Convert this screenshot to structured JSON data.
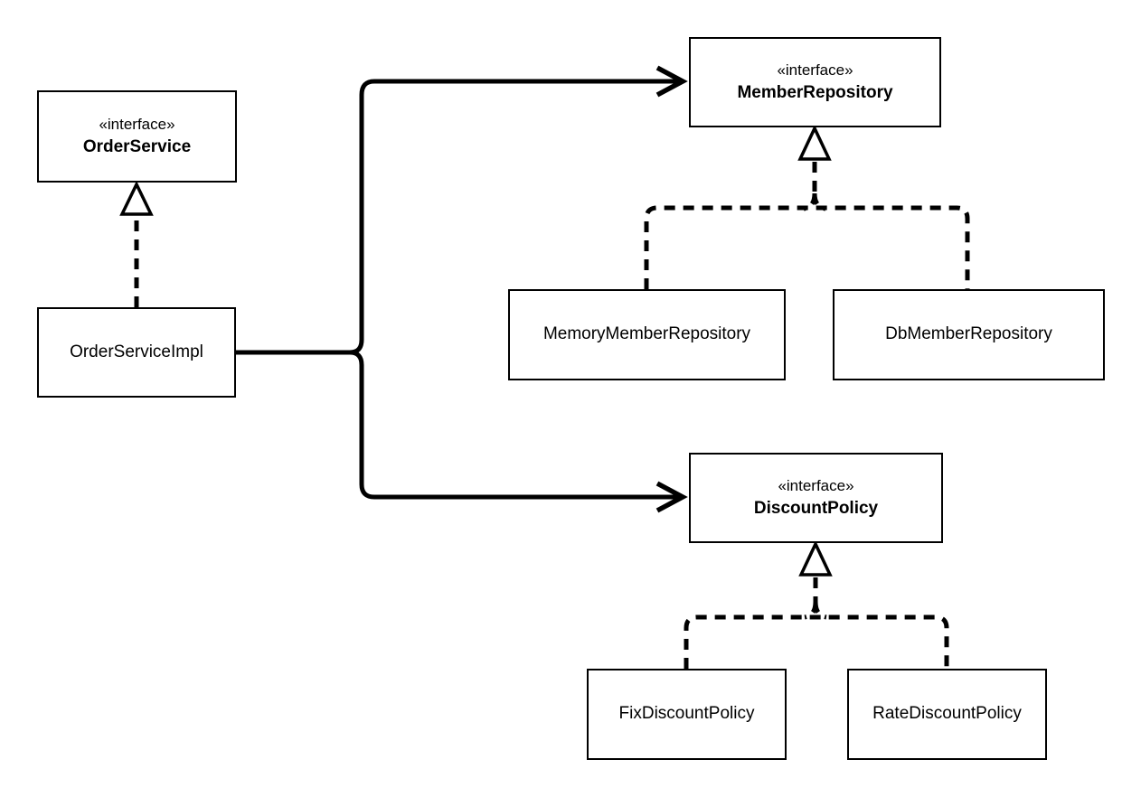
{
  "diagram_type": "uml-class-diagram",
  "nodes": {
    "order_service": {
      "stereotype": "«interface»",
      "name": "OrderService"
    },
    "order_service_impl": {
      "name": "OrderServiceImpl"
    },
    "member_repository": {
      "stereotype": "«interface»",
      "name": "MemberRepository"
    },
    "memory_member_repository": {
      "name": "MemoryMemberRepository"
    },
    "db_member_repository": {
      "name": "DbMemberRepository"
    },
    "discount_policy": {
      "stereotype": "«interface»",
      "name": "DiscountPolicy"
    },
    "fix_discount_policy": {
      "name": "FixDiscountPolicy"
    },
    "rate_discount_policy": {
      "name": "RateDiscountPolicy"
    }
  },
  "edges": [
    {
      "from": "OrderServiceImpl",
      "to": "OrderService",
      "type": "realization",
      "line": "dashed",
      "arrowhead": "hollow-triangle"
    },
    {
      "from": "OrderServiceImpl",
      "to": "MemberRepository",
      "type": "dependency",
      "line": "solid",
      "arrowhead": "open"
    },
    {
      "from": "OrderServiceImpl",
      "to": "DiscountPolicy",
      "type": "dependency",
      "line": "solid",
      "arrowhead": "open"
    },
    {
      "from": "MemoryMemberRepository",
      "to": "MemberRepository",
      "type": "realization",
      "line": "dashed",
      "arrowhead": "hollow-triangle"
    },
    {
      "from": "DbMemberRepository",
      "to": "MemberRepository",
      "type": "realization",
      "line": "dashed",
      "arrowhead": "hollow-triangle"
    },
    {
      "from": "FixDiscountPolicy",
      "to": "DiscountPolicy",
      "type": "realization",
      "line": "dashed",
      "arrowhead": "hollow-triangle"
    },
    {
      "from": "RateDiscountPolicy",
      "to": "DiscountPolicy",
      "type": "realization",
      "line": "dashed",
      "arrowhead": "hollow-triangle"
    }
  ],
  "colors": {
    "line": "#000000",
    "box_border": "#000000",
    "box_fill": "#ffffff",
    "background": "#ffffff",
    "text": "#000000"
  }
}
